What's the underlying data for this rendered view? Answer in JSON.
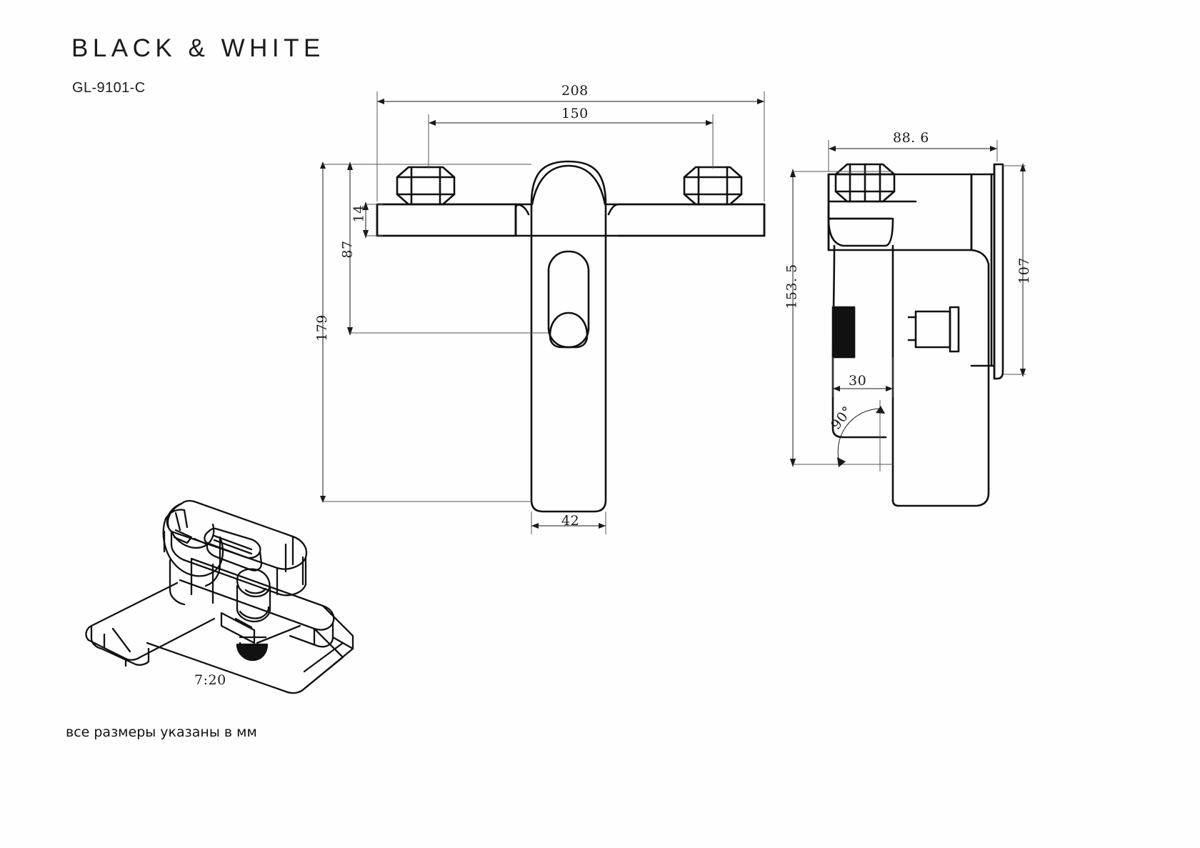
{
  "document": {
    "brand": "BLACK & WHITE",
    "model_code": "GL-9101-C",
    "footer_note": "все размеры указаны в мм",
    "scale": "7:20",
    "line_color": "#111111",
    "dim_color": "#1a1a1a",
    "background": "#ffffff"
  },
  "views": {
    "front": {
      "name": "front-elevation-view",
      "dimensions": {
        "overall_width": "208",
        "center_distance": "150",
        "body_height": "87",
        "plate_thickness": "14",
        "overall_height": "179",
        "spout_width": "42"
      }
    },
    "side": {
      "name": "side-elevation-view",
      "dimensions": {
        "overall_depth": "88. 6",
        "overall_height": "153. 5",
        "handle_height": "107",
        "outlet_offset": "30",
        "angle": "90°"
      }
    },
    "isometric": {
      "name": "isometric-perspective-view",
      "scale": "7:20"
    }
  },
  "dimension_list": [
    {
      "label": "208",
      "view": "front",
      "type": "linear-horizontal"
    },
    {
      "label": "150",
      "view": "front",
      "type": "linear-horizontal"
    },
    {
      "label": "179",
      "view": "front",
      "type": "linear-vertical"
    },
    {
      "label": "87",
      "view": "front",
      "type": "linear-vertical"
    },
    {
      "label": "14",
      "view": "front",
      "type": "linear-vertical"
    },
    {
      "label": "42",
      "view": "front",
      "type": "linear-horizontal"
    },
    {
      "label": "88. 6",
      "view": "side",
      "type": "linear-horizontal"
    },
    {
      "label": "153. 5",
      "view": "side",
      "type": "linear-vertical"
    },
    {
      "label": "107",
      "view": "side",
      "type": "linear-vertical"
    },
    {
      "label": "30",
      "view": "side",
      "type": "linear-horizontal"
    },
    {
      "label": "90°",
      "view": "side",
      "type": "angular"
    }
  ]
}
